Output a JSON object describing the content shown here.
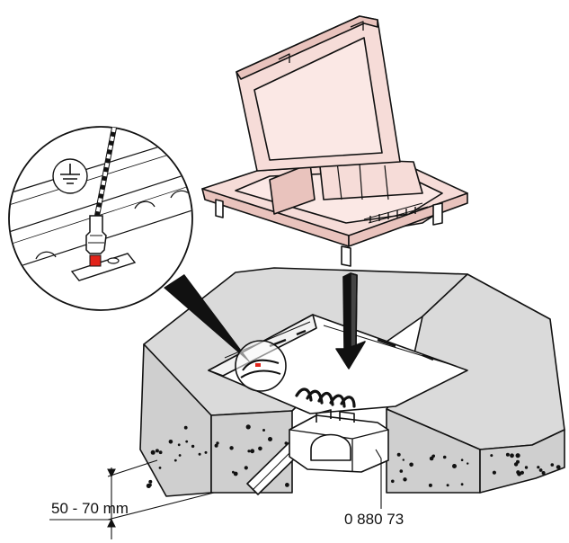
{
  "labels": {
    "depth_range": "50 - 70 mm",
    "product_ref": "0 880 73"
  },
  "icons": {
    "earth": "earth-ground-symbol",
    "insertion": "down-arrow"
  },
  "colors": {
    "lid_fill": "#f6dcd8",
    "lid_dark": "#e9c3bd",
    "concrete": "#dadada",
    "concrete_side": "#cfcfcf",
    "accent_red": "#e2231a",
    "line": "#111111"
  }
}
